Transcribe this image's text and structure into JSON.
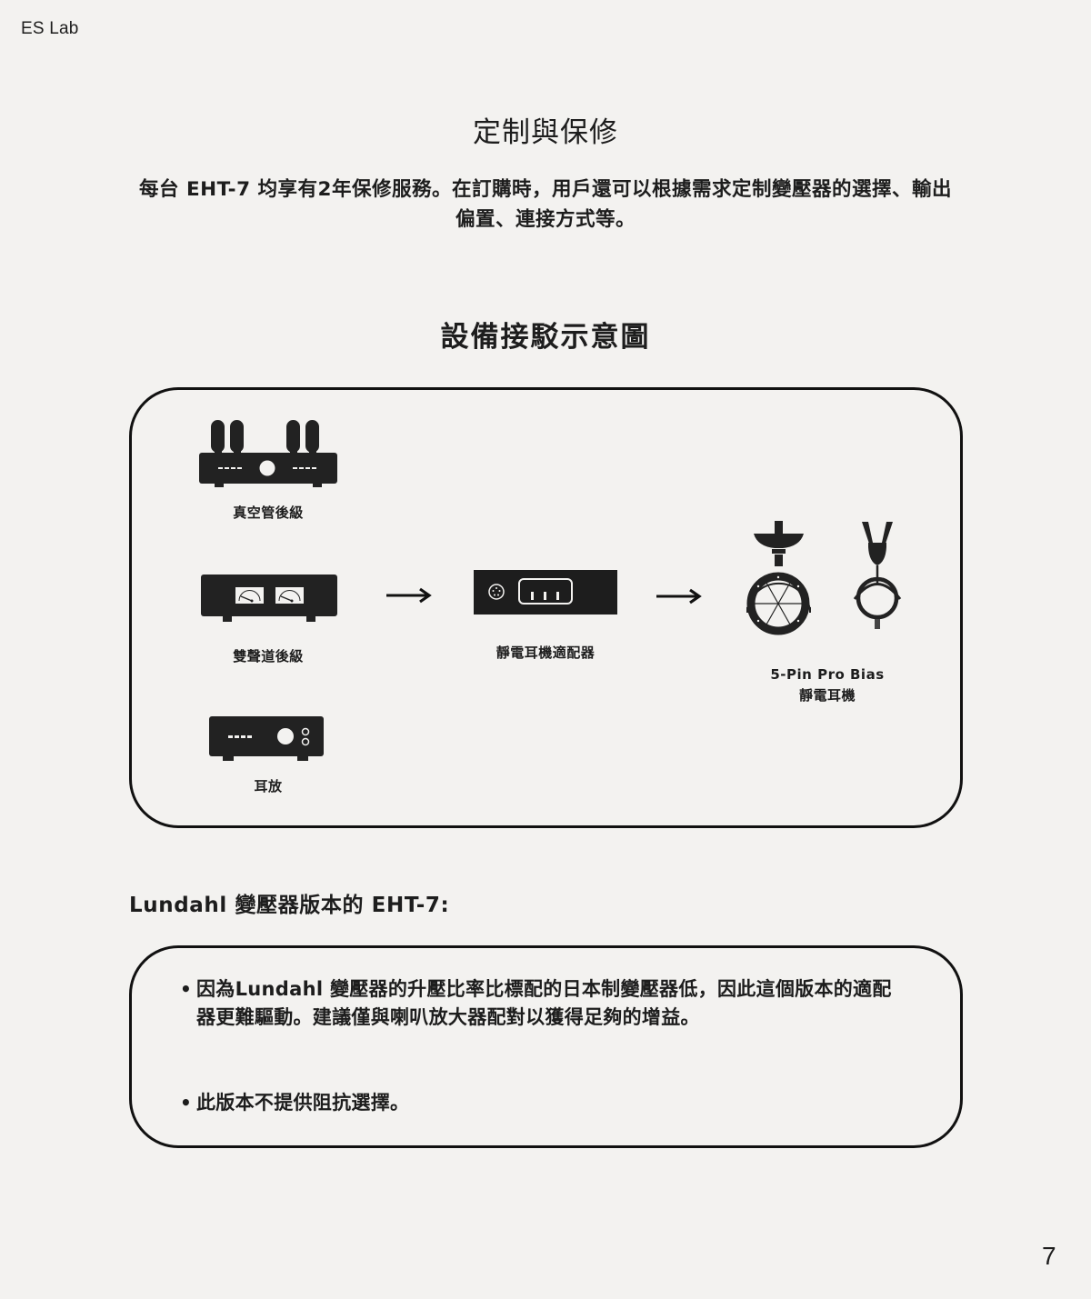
{
  "header": {
    "brand": "ES Lab"
  },
  "page": {
    "number": "7"
  },
  "section_warranty": {
    "title": "定制與保修",
    "intro": "每台 EHT-7 均享有2年保修服務。在訂購時，用戶還可以根據需求定制變壓器的選擇、輸出偏置、連接方式等。"
  },
  "section_diagram": {
    "title": "設備接駁示意圖",
    "sources": [
      {
        "icon": "tube-amplifier-icon",
        "label": "真空管後級"
      },
      {
        "icon": "stereo-power-amp-icon",
        "label": "雙聲道後級"
      },
      {
        "icon": "headphone-amp-icon",
        "label": "耳放"
      }
    ],
    "adapter": {
      "icon": "electrostatic-adapter-icon",
      "label": "靜電耳機適配器"
    },
    "headphones": {
      "icon": "electrostatic-headphones-icon",
      "label_line1": "5-Pin Pro Bias",
      "label_line2": "靜電耳機"
    },
    "arrows": [
      "right-arrow-icon",
      "right-arrow-icon"
    ]
  },
  "section_lundahl": {
    "heading": "Lundahl 變壓器版本的 EHT-7:",
    "bullets": [
      "因為Lundahl 變壓器的升壓比率比標配的日本制變壓器低，因此這個版本的適配器更難驅動。建議僅與喇叭放大器配對以獲得足夠的增益。",
      "此版本不提供阻抗選擇。"
    ]
  },
  "colors": {
    "background": "#f3f2f0",
    "ink": "#1d1d1d",
    "device_fill": "#222222"
  }
}
